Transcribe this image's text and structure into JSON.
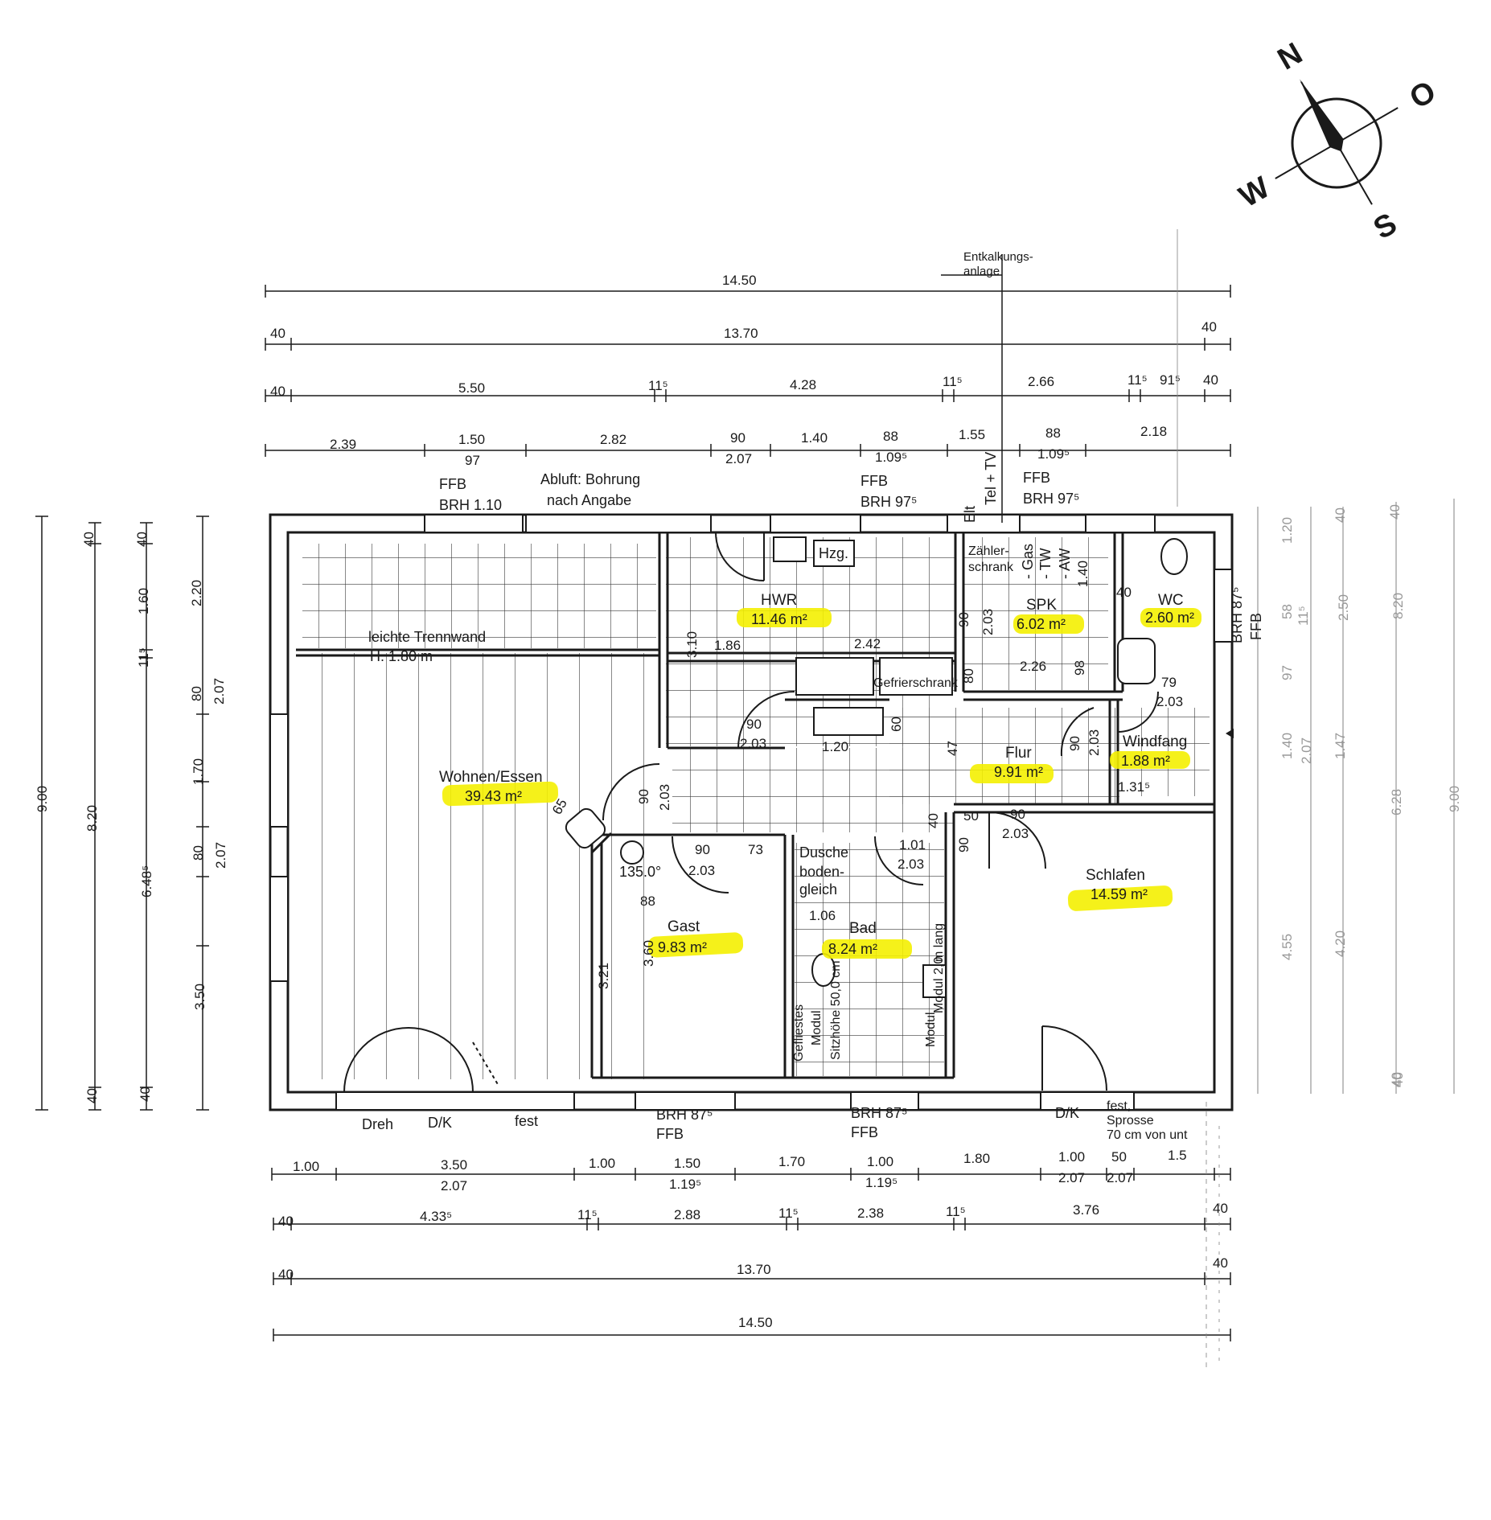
{
  "compass": {
    "north": "N",
    "east": "O",
    "south": "S",
    "west": "W"
  },
  "top_dims": {
    "row1": [
      "14.50"
    ],
    "row2": [
      "40",
      "13.70",
      "40"
    ],
    "row3": [
      "40",
      "5.50",
      "11⁵",
      "4.28",
      "11⁵",
      "2.66",
      "11⁵",
      "91⁵",
      "40"
    ],
    "row4": [
      {
        "a": "2.39",
        "b": ""
      },
      {
        "a": "1.50",
        "b": "97"
      },
      {
        "a": "2.82",
        "b": ""
      },
      {
        "a": "90",
        "b": "2.07"
      },
      {
        "a": "1.40",
        "b": ""
      },
      {
        "a": "88",
        "b": "1.09⁵"
      },
      {
        "a": "1.55",
        "b": ""
      },
      {
        "a": "88",
        "b": "1.09⁵"
      },
      {
        "a": "2.18",
        "b": ""
      }
    ]
  },
  "bottom_dims": {
    "row1": [
      {
        "a": "1.00",
        "b": ""
      },
      {
        "a": "3.50",
        "b": "2.07"
      },
      {
        "a": "1.00",
        "b": ""
      },
      {
        "a": "1.50",
        "b": "1.19⁵"
      },
      {
        "a": "1.70",
        "b": ""
      },
      {
        "a": "1.00",
        "b": "1.19⁵"
      },
      {
        "a": "1.80",
        "b": ""
      },
      {
        "a": "1.00",
        "b": "2.07"
      },
      {
        "a": "50",
        "b": "2.07"
      },
      {
        "a": "1.5",
        "b": ""
      }
    ],
    "row2": [
      "40",
      "4.33⁵",
      "11⁵",
      "2.88",
      "11⁵",
      "2.38",
      "11⁵",
      "3.76",
      "40"
    ],
    "row3": [
      "40",
      "13.70",
      "40"
    ],
    "row4": [
      "14.50"
    ]
  },
  "left_dims": {
    "col1": [
      "9.00"
    ],
    "col2": [
      "40",
      "8.20",
      "40"
    ],
    "col3": [
      "40",
      "1.60",
      "11⁵",
      "6.48⁵",
      "40"
    ],
    "col4": [
      "2.20",
      "80",
      "2.07",
      "1.70",
      "80",
      "2.07",
      "3.50"
    ]
  },
  "right_dims": {
    "col1": [
      "1.20",
      "58",
      "97",
      "1.40",
      "4.55"
    ],
    "col2": [
      "11⁵",
      "2.07",
      "1.47",
      "4.20"
    ],
    "col3": [
      "40",
      "2.50",
      "6.28",
      "40"
    ],
    "col4": [
      "40",
      "8.20",
      "40"
    ],
    "col5": [
      "9.00"
    ]
  },
  "rooms": [
    {
      "name": "Wohnen/Essen",
      "area": "39.43 m²"
    },
    {
      "name": "HWR",
      "area": "11.46 m²"
    },
    {
      "name": "SPK",
      "area": "6.02 m²"
    },
    {
      "name": "WC",
      "area": "2.60 m²"
    },
    {
      "name": "Windfang",
      "area": "1.88 m²"
    },
    {
      "name": "Flur",
      "area": "9.91 m²"
    },
    {
      "name": "Gast",
      "area": "9.83 m²"
    },
    {
      "name": "Bad",
      "area": "8.24 m²"
    },
    {
      "name": "Schlafen",
      "area": "14.59 m²"
    }
  ],
  "notes": {
    "ffb_brh110_1": "FFB",
    "ffb_brh110_2": "BRH 1.10",
    "abluft_1": "Abluft: Bohrung",
    "abluft_2": "nach Angabe",
    "ffb_brh975_a1": "FFB",
    "ffb_brh975_a2": "BRH 97⁵",
    "ffb_brh975_b1": "FFB",
    "ffb_brh975_b2": "BRH 97⁵",
    "entkalkung_1": "Entkalkungs-",
    "entkalkung_2": "anlage",
    "elt": "Elt",
    "tel_tv": "Tel + TV",
    "gas": "- Gas",
    "tw": "- TW",
    "aw": "- AW",
    "zaehler_1": "Zähler-",
    "zaehler_2": "schrank",
    "hzg": "Hzg.",
    "trennwand_1": "leichte Trennwand",
    "trennwand_2": "H. 1.80 m",
    "gefrierschrank": "Gefrierschrank",
    "brh875_right_1": "BRH 87⁵",
    "brh875_right_2": "FFB",
    "dusche_1": "Dusche",
    "dusche_2": "boden-",
    "dusche_3": "gleich",
    "angle": "135.0°",
    "dreh": "Dreh",
    "dk_left": "D/K",
    "fest_left": "fest",
    "brh875_b1_1": "BRH 87⁵",
    "brh875_b1_2": "FFB",
    "brh875_b2_1": "BRH 87⁵",
    "brh875_b2_2": "FFB",
    "dk_right": "D/K",
    "fest_right_1": "fest,",
    "fest_right_2": "Sprosse",
    "fest_right_3": "70 cm von unt",
    "bad_1": "Gefliestes",
    "bad_2": "Modul",
    "bad_3": "Sitzhöhe 50,0 cm",
    "bad_4": "m lang",
    "bad_5": "Modul 2,0",
    "bad_6": "Modul"
  },
  "inner_dims": {
    "d186": "1.86",
    "d242": "2.42",
    "d310": "3.10",
    "d90a": "90",
    "d203a": "2.03",
    "d90b": "90",
    "d203b": "2.03",
    "d120": "1.20",
    "d60": "60",
    "d47": "47",
    "d226": "2.26",
    "d140": "1.40",
    "d40w": "40",
    "d79": "79",
    "d203w": "2.03",
    "d90c": "90",
    "d203c": "2.03",
    "d131": "1.31⁵",
    "d50": "50",
    "d90d": "90",
    "d203d": "2.03",
    "d65": "65",
    "d90e": "90",
    "d203e": "2.03",
    "d90f": "90",
    "d203f": "2.03",
    "d73": "73",
    "d88": "88",
    "d321": "3.21",
    "d360": "3.60",
    "d101": "1.01",
    "d203g": "2.03",
    "d106": "1.06",
    "d40b": "40",
    "d90g": "90",
    "d203h": "2.03",
    "d98": "98",
    "d80h": "80"
  },
  "highlight_color": "#f4f000",
  "line_color": "#1a1a1a"
}
